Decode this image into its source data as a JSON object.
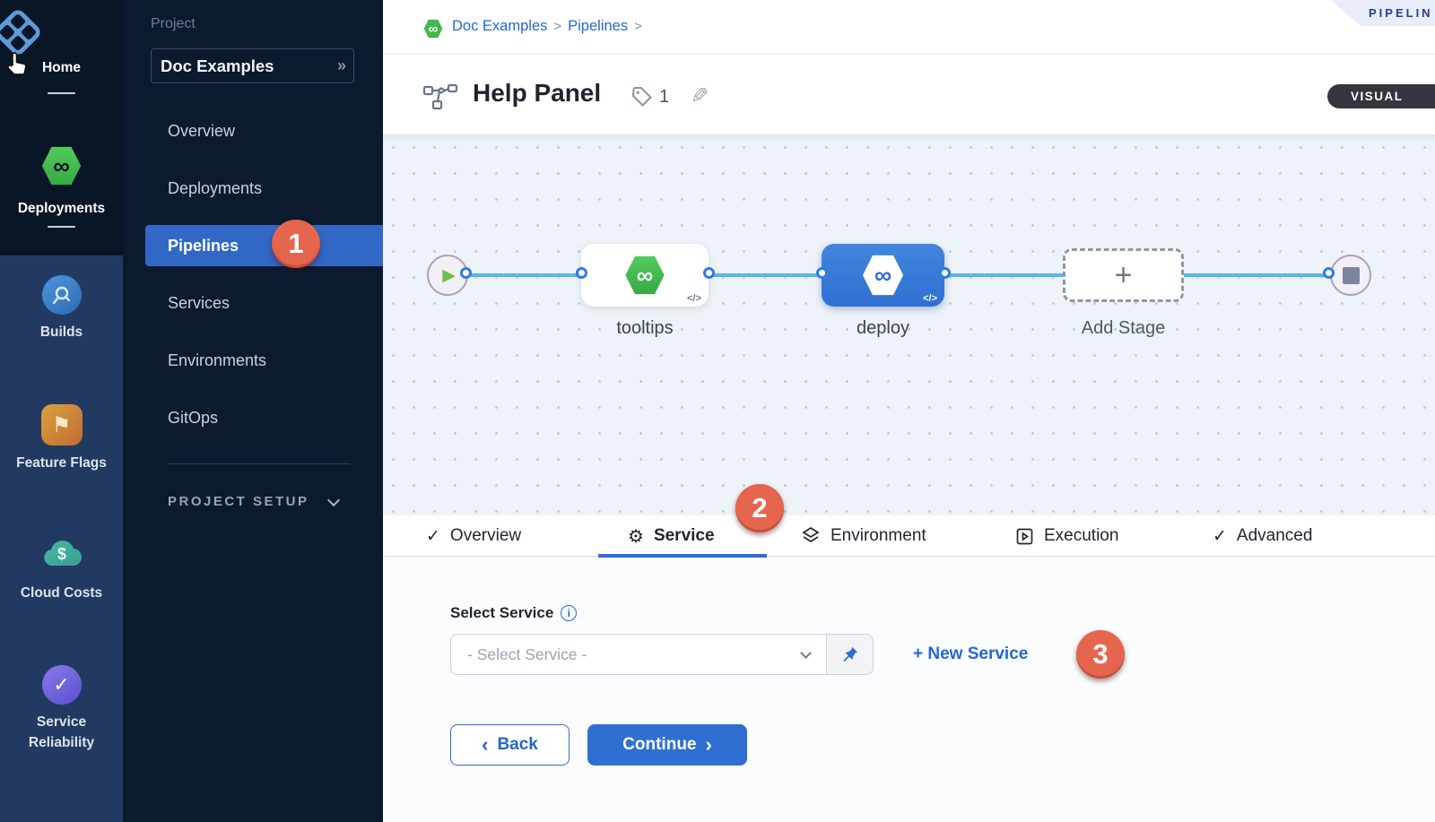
{
  "module_sidebar": {
    "items": [
      {
        "label": "Home"
      },
      {
        "label": "Deployments"
      },
      {
        "label": "Builds"
      },
      {
        "label": "Feature Flags"
      },
      {
        "label": "Cloud Costs"
      },
      {
        "label": "Service Reliability"
      }
    ]
  },
  "project_sidebar": {
    "section_label": "Project",
    "project_name": "Doc Examples",
    "expand_glyph": "»",
    "items": [
      {
        "label": "Overview"
      },
      {
        "label": "Deployments"
      },
      {
        "label": "Pipelines"
      },
      {
        "label": "Services"
      },
      {
        "label": "Environments"
      },
      {
        "label": "GitOps"
      }
    ],
    "active_item": "Pipelines",
    "setup_label": "PROJECT SETUP"
  },
  "breadcrumb": {
    "links": [
      {
        "label": "Doc Examples"
      },
      {
        "label": "Pipelines"
      }
    ],
    "separator": ">"
  },
  "header": {
    "ribbon_label": "PIPELIN",
    "title": "Help Panel",
    "tag_count": "1",
    "visual_toggle_label": "VISUAL"
  },
  "pipeline_canvas": {
    "stages": [
      {
        "name": "tooltips",
        "selected": false
      },
      {
        "name": "deploy",
        "selected": true
      }
    ],
    "add_stage_label": "Add Stage",
    "code_glyph": "</>",
    "infinity_glyph": "∞",
    "play_glyph": "▶"
  },
  "tabs": {
    "items": [
      {
        "label": "Overview"
      },
      {
        "label": "Service"
      },
      {
        "label": "Environment"
      },
      {
        "label": "Execution"
      },
      {
        "label": "Advanced"
      }
    ],
    "active_tab": "Service"
  },
  "service_form": {
    "label": "Select Service",
    "placeholder": "- Select Service -",
    "new_service_label": "+ New Service",
    "back_label": "Back",
    "continue_label": "Continue",
    "back_chevron": "‹",
    "continue_chevron": "›"
  },
  "callouts": {
    "step1": "1",
    "step2": "2",
    "step3": "3"
  },
  "glyphs": {
    "check": "✓",
    "gear": "⚙",
    "pencil": "✎",
    "flag": "⚑",
    "info": "i",
    "plus": "+"
  },
  "colors": {
    "accent_blue": "#2467d4",
    "selected_nav_blue": "#3168c6",
    "callout_red": "#e5654e",
    "stage_green": "#42b84d",
    "canvas_line_blue": "#57b6ee",
    "sidebar_dark": "#0c1a30",
    "rail_dark": "#081626"
  }
}
